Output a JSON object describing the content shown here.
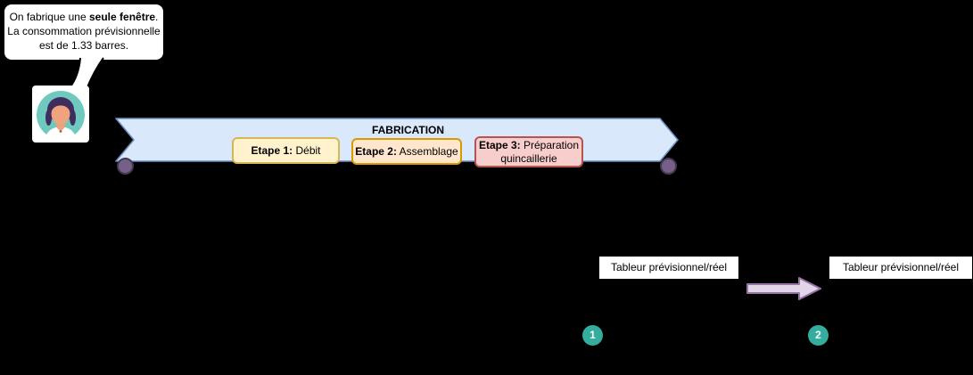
{
  "speech_bubble": {
    "line1_prefix": "On fabrique une ",
    "line1_bold": "seule fenêtre",
    "line1_suffix": ".",
    "line2": "La consommation prévisionnelle",
    "line3": "est de 1.33 barres."
  },
  "process_banner": {
    "title": "FABRICATION",
    "fill": "#dae8fc",
    "stroke": "#6c8ebf",
    "endpoint_color": "#76608a",
    "steps": [
      {
        "prefix": "Etape 1:",
        "rest": " Débit"
      },
      {
        "prefix": "Etape 2:",
        "rest": " Assemblage"
      },
      {
        "prefix": "Etape 3:",
        "rest": " Préparation quincaillerie"
      }
    ]
  },
  "spreadsheet_labels": {
    "left": "Tableur prévisionnel/réel",
    "right": "Tableur prévisionnel/réel"
  },
  "flow_arrow": {
    "fill": "#e1d5e7",
    "stroke": "#9673a6"
  },
  "step_markers": {
    "one": "1",
    "two": "2",
    "color": "#35ad9e"
  }
}
